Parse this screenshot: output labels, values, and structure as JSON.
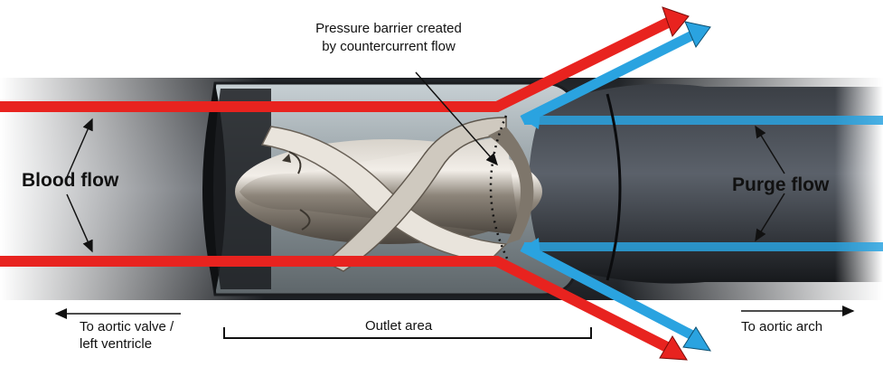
{
  "title": "",
  "labels": {
    "pressure_barrier_line1": "Pressure barrier created",
    "pressure_barrier_line2": "by countercurrent flow",
    "blood_flow": "Blood flow",
    "purge_flow": "Purge flow",
    "to_aortic_valve_line1": "To aortic valve /",
    "to_aortic_valve_line2": "left ventricle",
    "outlet_area": "Outlet area",
    "to_aortic_arch": "To aortic arch"
  },
  "colors": {
    "blood": "#e8231f",
    "purge": "#2aa3e0",
    "tube": "#2b2e33",
    "metal": "#b9b3aa"
  }
}
